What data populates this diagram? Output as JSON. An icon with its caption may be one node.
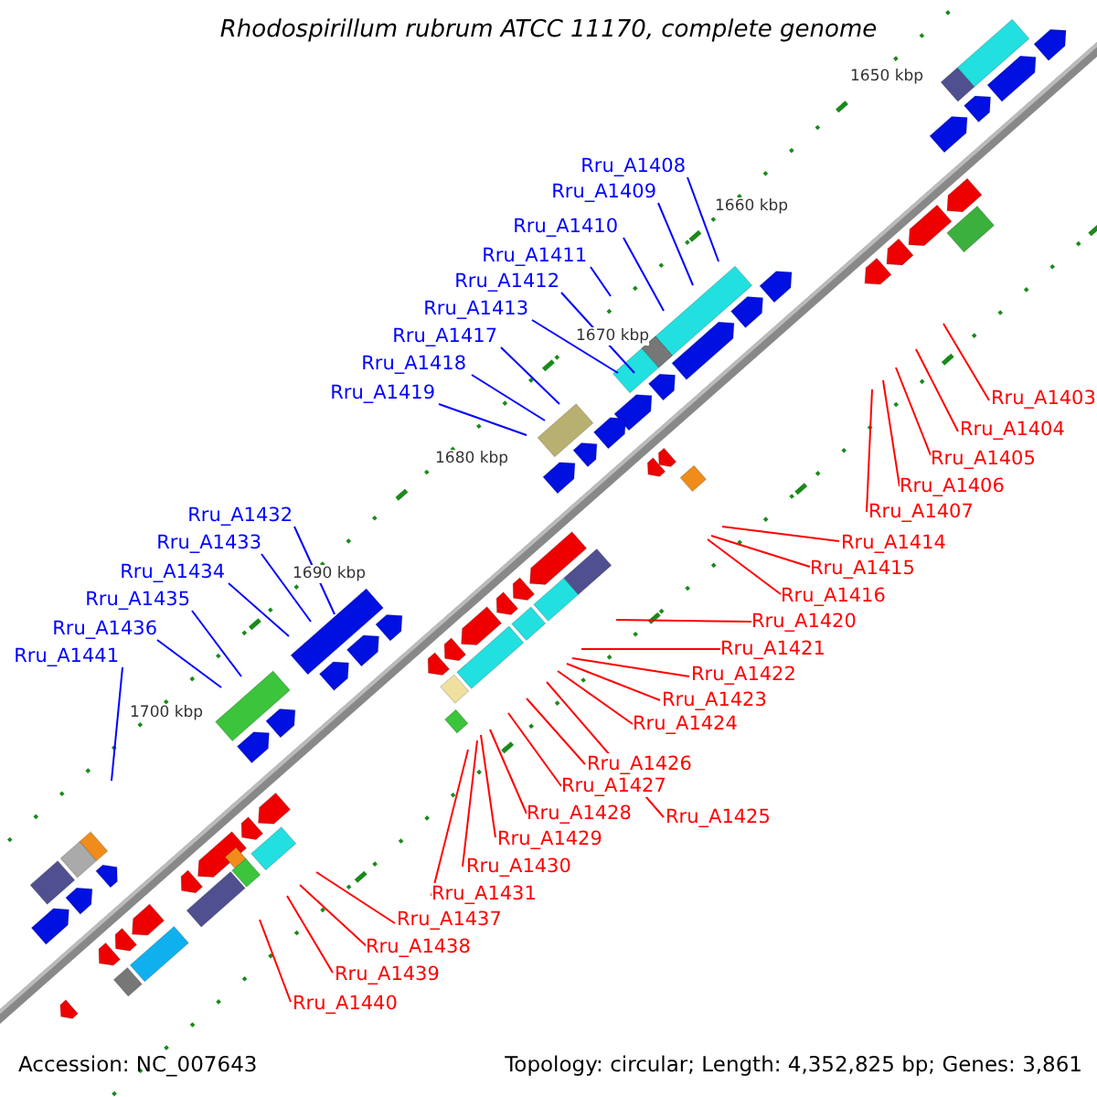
{
  "diagram": {
    "title": "Rhodospirillum rubrum ATCC 11170, complete genome",
    "nodes": [
      {
        "text": [
          "Rru_A1408"
        ]
      },
      {
        "text": [
          "Rru_A1409"
        ]
      },
      {
        "text": [
          "Rru_A1410"
        ]
      },
      {
        "text": [
          "Rru_A1411"
        ]
      },
      {
        "text": [
          "Rru_A1412"
        ]
      },
      {
        "text": [
          "Rru_A1413"
        ]
      },
      {
        "text": [
          "Rru_A1417"
        ]
      },
      {
        "text": [
          "Rru_A1418"
        ]
      },
      {
        "text": [
          "Rru_A1419"
        ]
      },
      {
        "text": [
          "Rru_A1403"
        ]
      },
      {
        "text": [
          "Rru_A1404"
        ]
      },
      {
        "text": [
          "Rru_A1405"
        ]
      },
      {
        "text": [
          "Rru_A1406"
        ]
      },
      {
        "text": [
          "Rru_A1407"
        ]
      },
      {
        "text": [
          "Rru_A1432"
        ]
      },
      {
        "text": [
          "Rru_A1414"
        ]
      },
      {
        "text": [
          "Rru_A1433"
        ]
      },
      {
        "text": [
          "Rru_A1415"
        ]
      },
      {
        "text": [
          "Rru_A1434"
        ]
      },
      {
        "text": [
          "Rru_A1416"
        ]
      },
      {
        "text": [
          "Rru_A1435"
        ]
      },
      {
        "text": [
          "Rru_A1420"
        ]
      },
      {
        "text": [
          "Rru_A1436"
        ]
      },
      {
        "text": [
          "Rru_A1421"
        ]
      },
      {
        "text": [
          "Rru_A1441"
        ]
      },
      {
        "text": [
          "Rru_A1422"
        ]
      },
      {
        "text": [
          "Rru_A1423"
        ]
      },
      {
        "text": [
          "Rru_A1424"
        ]
      },
      {
        "text": [
          "Rru_A1426"
        ]
      },
      {
        "text": [
          "Rru_A1427"
        ]
      },
      {
        "text": [
          "Rru_A1428"
        ]
      },
      {
        "text": [
          "Rru_A1425"
        ]
      },
      {
        "text": [
          "Rru_A1429"
        ]
      },
      {
        "text": [
          "Rru_A1430"
        ]
      },
      {
        "text": [
          "Rru_A1431"
        ]
      },
      {
        "text": [
          "Rru_A1437"
        ]
      },
      {
        "text": [
          "Rru_A1438"
        ]
      },
      {
        "text": [
          "Rru_A1439"
        ]
      },
      {
        "text": [
          "Rru_A1440"
        ]
      }
    ],
    "edges": [
      {
        "from": 0,
        "to": null,
        "arrow": "none",
        "color": "#0000ff"
      },
      {
        "from": 1,
        "to": null,
        "arrow": "none",
        "color": "#0000ff"
      },
      {
        "from": 2,
        "to": null,
        "arrow": "none",
        "color": "#0000ff"
      },
      {
        "from": 3,
        "to": null,
        "arrow": "none",
        "color": "#0000ff"
      },
      {
        "from": 4,
        "to": null,
        "arrow": "none",
        "color": "#0000ff"
      },
      {
        "from": 5,
        "to": null,
        "arrow": "none",
        "color": "#0000ff"
      },
      {
        "from": 6,
        "to": null,
        "arrow": "none",
        "color": "#0000ff"
      },
      {
        "from": 7,
        "to": null,
        "arrow": "none",
        "color": "#0000ff"
      },
      {
        "from": 8,
        "to": null,
        "arrow": "none",
        "color": "#0000ff"
      },
      {
        "from": 9,
        "to": null,
        "arrow": "none"
      },
      {
        "from": 10,
        "to": null,
        "arrow": "none"
      },
      {
        "from": 11,
        "to": null,
        "arrow": "none"
      },
      {
        "from": 12,
        "to": null,
        "arrow": "none"
      },
      {
        "from": 13,
        "to": null,
        "arrow": "none"
      },
      {
        "from": 14,
        "to": null,
        "arrow": "none",
        "color": "#0000ff"
      },
      {
        "from": 15,
        "to": null,
        "arrow": "none"
      },
      {
        "from": 16,
        "to": null,
        "arrow": "none",
        "color": "#0000ff"
      },
      {
        "from": 17,
        "to": null,
        "arrow": "none"
      },
      {
        "from": 18,
        "to": null,
        "arrow": "none",
        "color": "#0000ff"
      },
      {
        "from": 19,
        "to": null,
        "arrow": "none"
      },
      {
        "from": 20,
        "to": null,
        "arrow": "none",
        "color": "#0000ff"
      },
      {
        "from": 21,
        "to": null,
        "arrow": "none"
      },
      {
        "from": 22,
        "to": null,
        "arrow": "none",
        "color": "#0000ff"
      },
      {
        "from": 23,
        "to": null,
        "arrow": "none"
      },
      {
        "from": 24,
        "to": null,
        "arrow": "none",
        "color": "#0000ff"
      },
      {
        "from": 25,
        "to": null,
        "arrow": "none"
      },
      {
        "from": 26,
        "to": null,
        "arrow": "none"
      },
      {
        "from": 27,
        "to": null,
        "arrow": "none"
      },
      {
        "from": 28,
        "to": null,
        "arrow": "none"
      },
      {
        "from": 29,
        "to": null,
        "arrow": "none"
      },
      {
        "from": 30,
        "to": null,
        "arrow": "none"
      },
      {
        "from": 31,
        "to": null,
        "arrow": "none"
      },
      {
        "from": 32,
        "to": null,
        "arrow": "none"
      },
      {
        "from": 33,
        "to": null,
        "arrow": "none"
      },
      {
        "from": 34,
        "to": null,
        "arrow": "none"
      },
      {
        "from": 35,
        "to": null,
        "arrow": "none"
      },
      {
        "from": 36,
        "to": null,
        "arrow": "none"
      },
      {
        "from": 37,
        "to": null,
        "arrow": "none"
      },
      {
        "from": 38,
        "to": null,
        "arrow": "none"
      }
    ],
    "labels": [
      "1650 kbp",
      "1660 kbp",
      "1670 kbp",
      "1680 kbp",
      "1690 kbp",
      "1700 kbp",
      "Accession: NC_007643",
      "Topology: circular; Length: 4,352,825 bp; Genes: 3,861"
    ]
  }
}
